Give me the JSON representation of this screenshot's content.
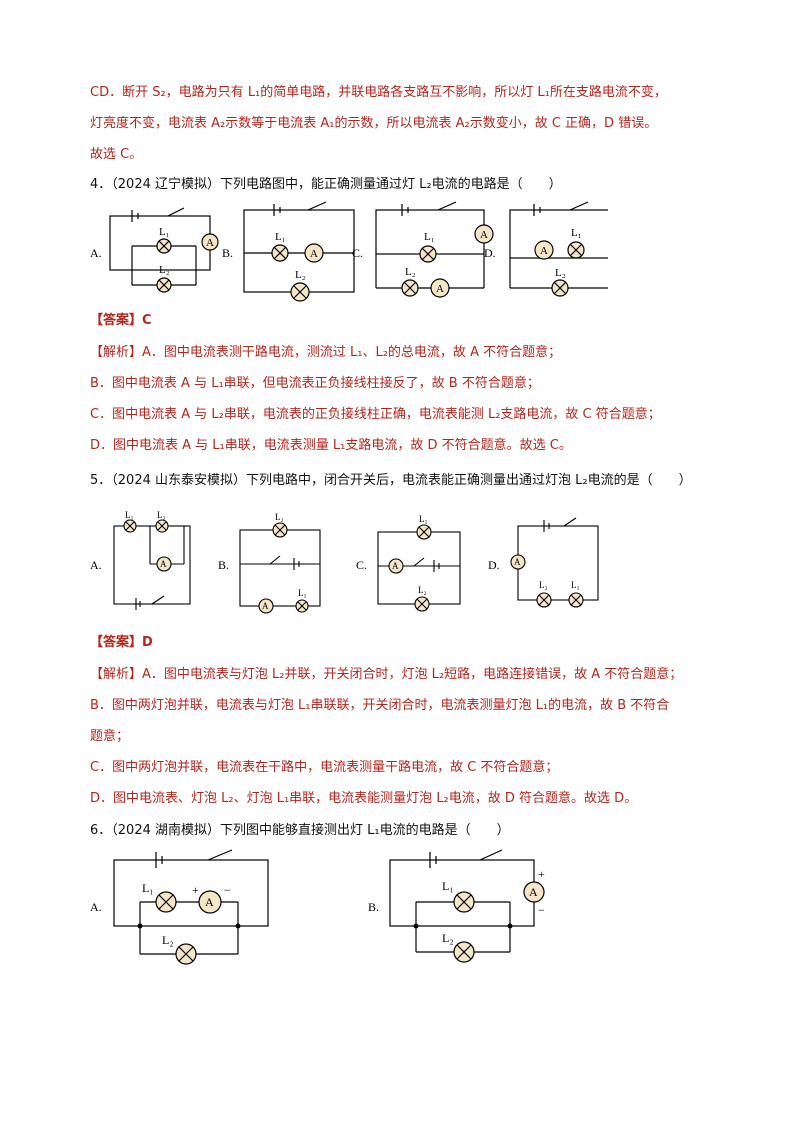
{
  "sol3": {
    "line1": "CD．断开 S₂，电路为只有 L₁的简单电路，并联电路各支路互不影响，所以灯 L₁所在支路电流不变，",
    "line2": "灯亮度不变，电流表 A₂示数等于电流表 A₁的示数，所以电流表 A₂示数变小，故 C 正确，D 错误。",
    "line3": "故选 C。"
  },
  "q4": {
    "stem": "4．（2024 辽宁模拟）下列电路图中，能正确测量通过灯 L₂电流的电路是（　　）",
    "options": [
      "A.",
      "B.",
      "C.",
      "D."
    ],
    "answer": "【答案】C",
    "analysis": [
      "【解析】A．图中电流表测干路电流，测流过 L₁、L₂的总电流，故 A 不符合题意；",
      "B．图中电流表 A 与 L₁串联，但电流表正负接线柱接反了，故 B 不符合题意；",
      "C．图中电流表 A 与 L₂串联，电流表的正负接线柱正确，电流表能测 L₂支路电流，故 C 符合题意；",
      "D．图中电流表 A 与 L₁串联，电流表测量 L₁支路电流，故 D 不符合题意。故选 C。"
    ]
  },
  "q5": {
    "stem": "5．（2024 山东泰安模拟）下列电路中，闭合开关后，电流表能正确测量出通过灯泡 L₂电流的是（　　）",
    "options": [
      "A.",
      "B.",
      "C.",
      "D."
    ],
    "answer": "【答案】D",
    "analysis": [
      "【解析】A．图中电流表与灯泡 L₂并联，开关闭合时，灯泡 L₂短路，电路连接错误，故 A 不符合题意；",
      "B．图中两灯泡并联，电流表与灯泡 L₁串联联，开关闭合时，电流表测量灯泡 L₁的电流，故 B 不符合",
      "题意；",
      "C．图中两灯泡并联，电流表在干路中，电流表测量干路电流，故 C 不符合题意；",
      "D．图中电流表、灯泡 L₂、灯泡 L₁串联，电流表能测量灯泡 L₂电流，故 D 符合题意。故选 D。"
    ]
  },
  "q6": {
    "stem": "6．（2024 湖南模拟）下列图中能够直接测出灯 L₁电流的电路是（　　）",
    "options": [
      "A.",
      "B."
    ]
  },
  "symbols": {
    "ammeter": "A",
    "L1": "L₁",
    "L2": "L₂",
    "plus": "+",
    "minus": "−"
  },
  "colors": {
    "analysis_text": "#b3261e",
    "stem_text": "#111111"
  }
}
